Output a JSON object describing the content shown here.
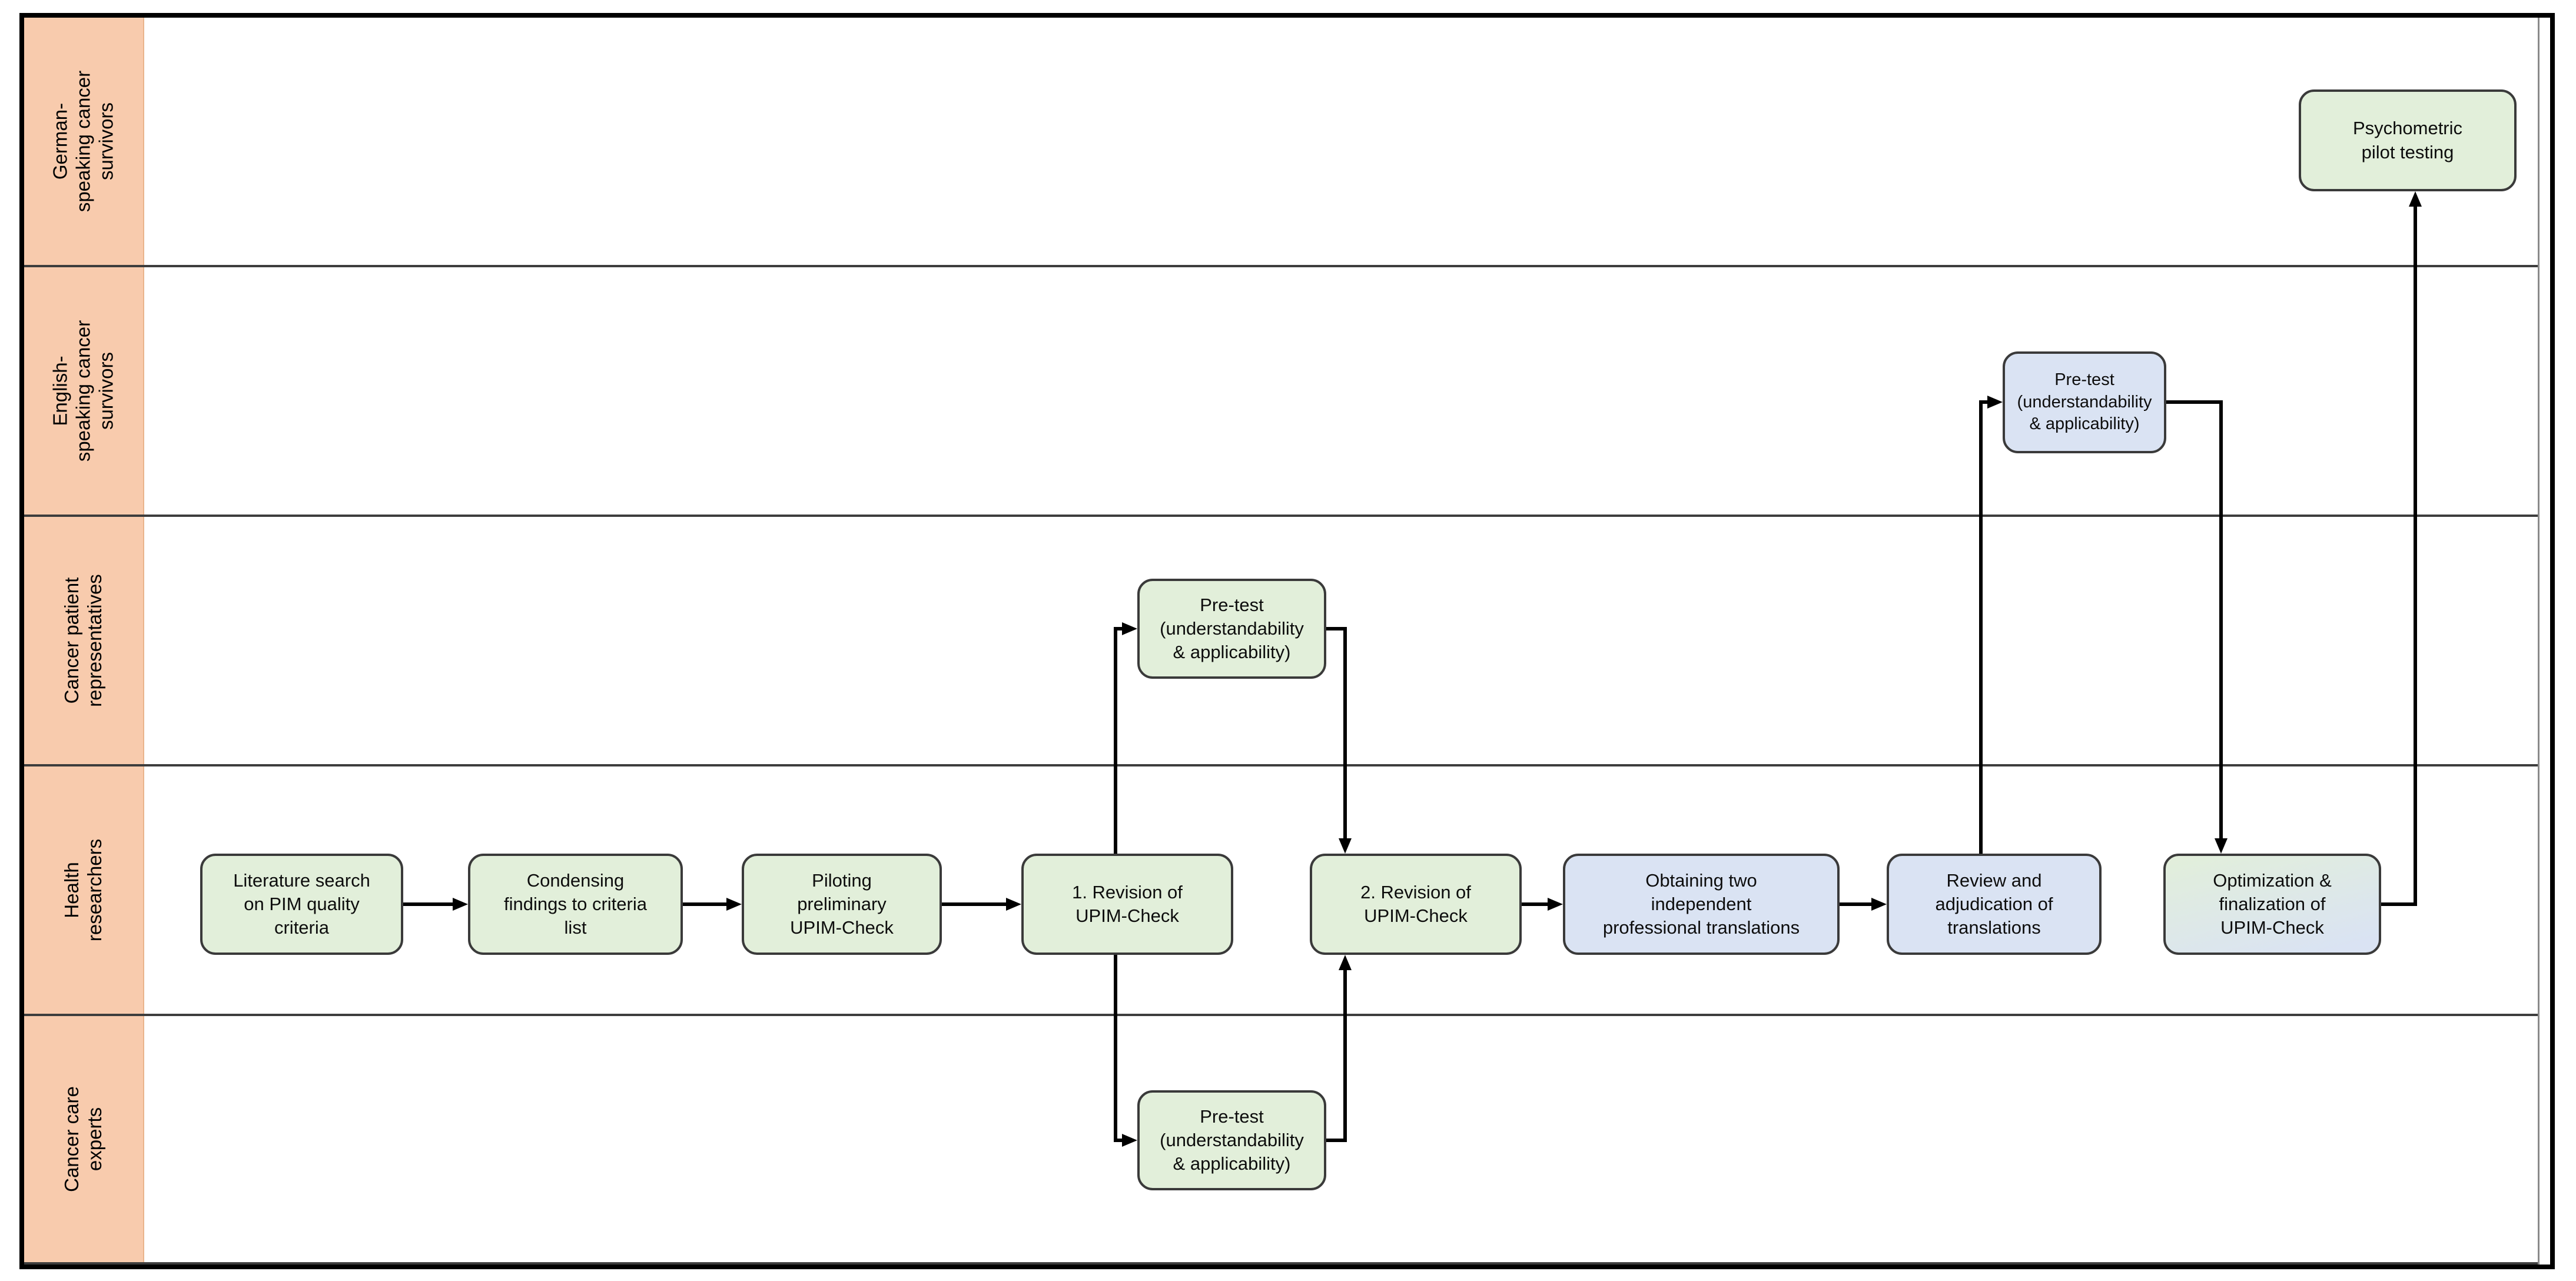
{
  "colors": {
    "lane_header": "#F8CBAD",
    "node_green": "#E2EFDA",
    "node_blue": "#DAE3F3",
    "node_border": "#3A3A3A",
    "line": "#000000"
  },
  "lanes": [
    {
      "id": "german-speaking-cancer-survivors",
      "label": "German-\nspeaking cancer\nsurvivors"
    },
    {
      "id": "english-speaking-cancer-survivors",
      "label": "English-\nspeaking cancer\nsurvivors"
    },
    {
      "id": "cancer-patient-representatives",
      "label": "Cancer patient\nrepresentatives"
    },
    {
      "id": "health-researchers",
      "label": "Health\nresearchers"
    },
    {
      "id": "cancer-care-experts",
      "label": "Cancer care\nexperts"
    }
  ],
  "nodes": [
    {
      "id": "literature-search",
      "lane": "health-researchers",
      "fill": "green",
      "label": "Literature search\non PIM quality\ncriteria"
    },
    {
      "id": "condensing-findings",
      "lane": "health-researchers",
      "fill": "green",
      "label": "Condensing\nfindings to criteria\nlist"
    },
    {
      "id": "piloting-preliminary",
      "lane": "health-researchers",
      "fill": "green",
      "label": "Piloting\npreliminary\nUPIM-Check"
    },
    {
      "id": "revision-1",
      "lane": "health-researchers",
      "fill": "green",
      "label": "1. Revision of\nUPIM-Check"
    },
    {
      "id": "revision-2",
      "lane": "health-researchers",
      "fill": "green",
      "label": "2. Revision of\nUPIM-Check"
    },
    {
      "id": "obtaining-translations",
      "lane": "health-researchers",
      "fill": "blue",
      "label": "Obtaining two\nindependent\nprofessional translations"
    },
    {
      "id": "review-adjudication",
      "lane": "health-researchers",
      "fill": "blue",
      "label": "Review and\nadjudication of\ntranslations"
    },
    {
      "id": "optimization-finalization",
      "lane": "health-researchers",
      "fill": "gradient",
      "label": "Optimization &\nfinalization of\nUPIM-Check"
    },
    {
      "id": "pretest-patient-representatives",
      "lane": "cancer-patient-representatives",
      "fill": "green",
      "label": "Pre-test\n(understandability\n& applicability)"
    },
    {
      "id": "pretest-care-experts",
      "lane": "cancer-care-experts",
      "fill": "green",
      "label": "Pre-test\n(understandability\n& applicability)"
    },
    {
      "id": "pretest-english-survivors",
      "lane": "english-speaking-cancer-survivors",
      "fill": "blue",
      "label": "Pre-test\n(understandability\n& applicability)"
    },
    {
      "id": "psychometric-pilot-testing",
      "lane": "german-speaking-cancer-survivors",
      "fill": "green",
      "label": "Psychometric\npilot testing"
    }
  ],
  "edges": [
    {
      "from": "literature-search",
      "to": "condensing-findings"
    },
    {
      "from": "condensing-findings",
      "to": "piloting-preliminary"
    },
    {
      "from": "piloting-preliminary",
      "to": "revision-1"
    },
    {
      "from": "revision-1",
      "to": "pretest-patient-representatives"
    },
    {
      "from": "pretest-patient-representatives",
      "to": "revision-2"
    },
    {
      "from": "revision-1",
      "to": "pretest-care-experts"
    },
    {
      "from": "pretest-care-experts",
      "to": "revision-2"
    },
    {
      "from": "revision-2",
      "to": "obtaining-translations"
    },
    {
      "from": "obtaining-translations",
      "to": "review-adjudication"
    },
    {
      "from": "review-adjudication",
      "to": "pretest-english-survivors"
    },
    {
      "from": "pretest-english-survivors",
      "to": "optimization-finalization"
    },
    {
      "from": "optimization-finalization",
      "to": "psychometric-pilot-testing"
    }
  ]
}
